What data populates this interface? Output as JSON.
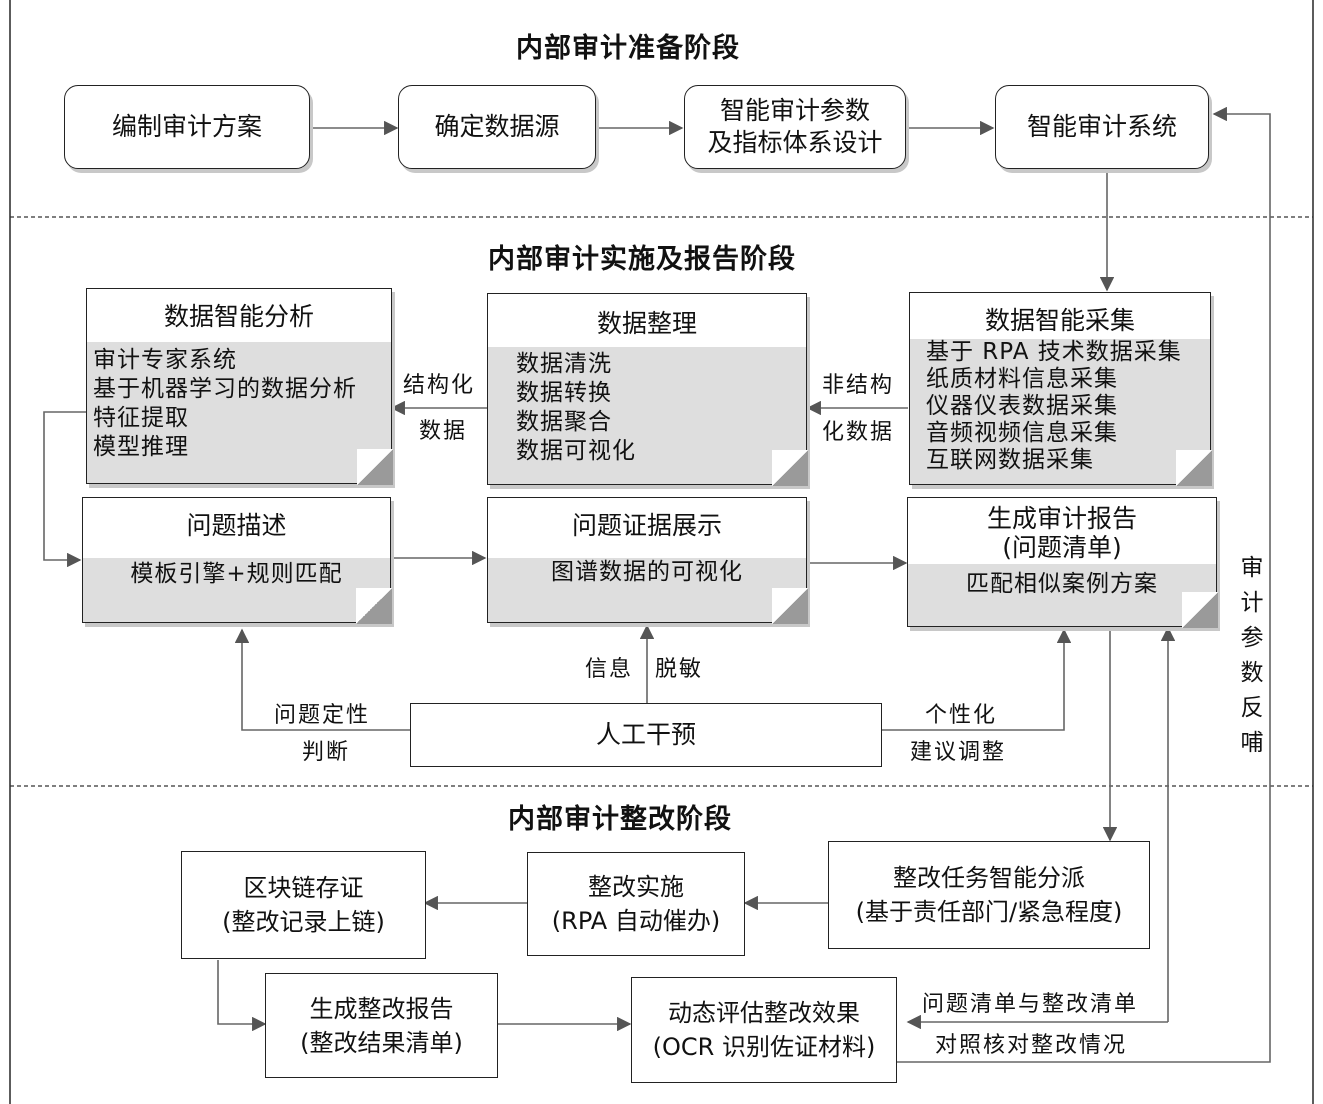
{
  "phases": {
    "prep": "内部审计准备阶段",
    "impl": "内部审计实施及报告阶段",
    "rect": "内部审计整改阶段"
  },
  "prep_boxes": {
    "plan": "编制审计方案",
    "source": "确定数据源",
    "param_line1": "智能审计参数",
    "param_line2": "及指标体系设计",
    "system": "智能审计系统"
  },
  "analysis": {
    "title": "数据智能分析",
    "items": [
      "审计专家系统",
      "基于机器学习的数据分析",
      "特征提取",
      "模型推理"
    ]
  },
  "arrange": {
    "title": "数据整理",
    "items": [
      "数据清洗",
      "数据转换",
      "数据聚合",
      "数据可视化"
    ]
  },
  "collect": {
    "title": "数据智能采集",
    "items": [
      "基于 RPA 技术数据采集",
      "纸质材料信息采集",
      "仪器仪表数据采集",
      "音频视频信息采集",
      "互联网数据采集"
    ]
  },
  "problem": {
    "title": "问题描述",
    "body": "模板引擎+规则匹配"
  },
  "evidence": {
    "title": "问题证据展示",
    "body": "图谱数据的可视化"
  },
  "report": {
    "title_line1": "生成审计报告",
    "title_line2": "(问题清单)",
    "body": "匹配相似案例方案"
  },
  "manual": "人工干预",
  "labels": {
    "structured_1": "结构化",
    "structured_2": "数据",
    "unstructured_1": "非结构",
    "unstructured_2": "化数据",
    "qual_1": "问题定性",
    "qual_2": "判断",
    "info": "信息",
    "desens": "脱敏",
    "pers_1": "个性化",
    "pers_2": "建议调整",
    "feedback": "审计参数反哺",
    "compare_1": "问题清单与整改清单",
    "compare_2": "对照核对整改情况"
  },
  "rect_boxes": {
    "dispatch_1": "整改任务智能分派",
    "dispatch_2": "(基于责任部门/紧急程度)",
    "implement_1": "整改实施",
    "implement_2": "(RPA 自动催办)",
    "chain_1": "区块链存证",
    "chain_2": "(整改记录上链)",
    "rreport_1": "生成整改报告",
    "rreport_2": "(整改结果清单)",
    "eval_1": "动态评估整改效果",
    "eval_2": "(OCR 识别佐证材料)"
  }
}
